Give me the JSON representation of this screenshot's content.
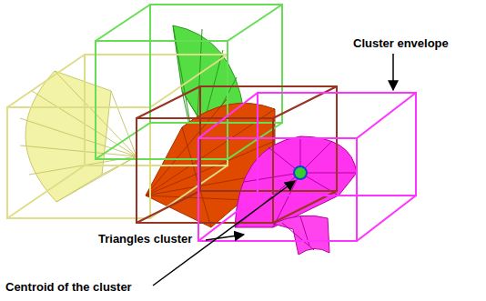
{
  "diagram": {
    "labels": [
      "Cluster envelope",
      "Triangles cluster",
      "Centroid of the cluster"
    ]
  }
}
